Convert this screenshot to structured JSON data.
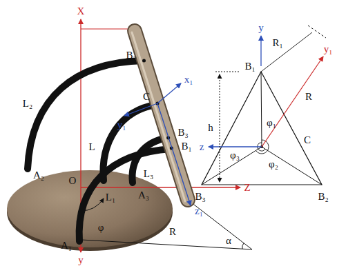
{
  "diagram": {
    "labels": [
      "X",
      "B₂",
      "C",
      "x₁",
      "y₁",
      "L₂",
      "L",
      "B₃",
      "B₁",
      "L₃",
      "z₁",
      "A₂",
      "O",
      "A₃",
      "Z",
      "L₁",
      "φ",
      "A₁",
      "y",
      "R",
      "α",
      "y",
      "R₁",
      "y₁",
      "B₁",
      "R",
      "h",
      "z",
      "φ₁",
      "φ₃",
      "φ₂",
      "C",
      "B₃",
      "B₂"
    ]
  }
}
